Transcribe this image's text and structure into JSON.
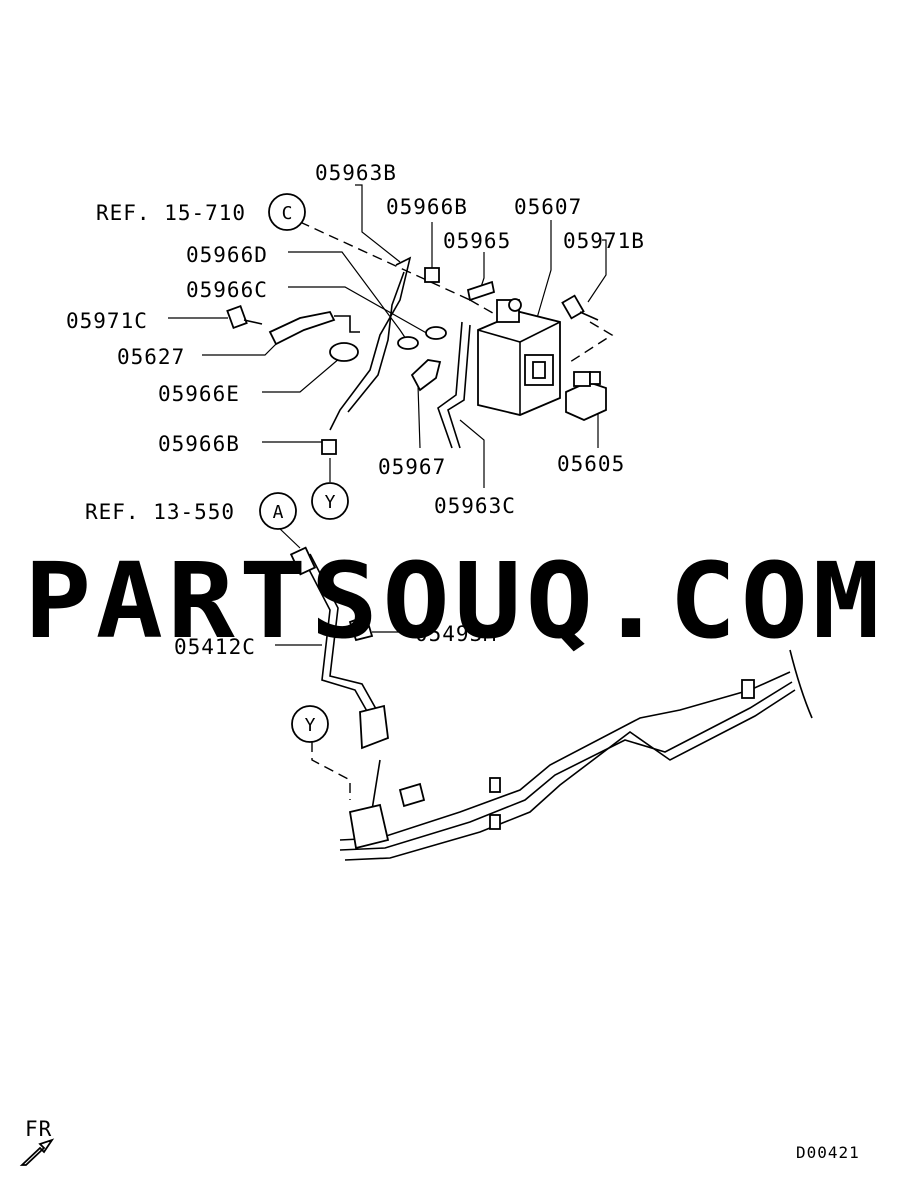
{
  "watermark": "PARTSOUQ.COM",
  "diagram_code": "D00421",
  "direction_label": "FR",
  "references": {
    "ref_c": "REF. 15-710",
    "ref_a": "REF. 13-550"
  },
  "connectors": {
    "c": "C",
    "a": "A",
    "y_upper": "Y",
    "y_lower": "Y"
  },
  "parts": {
    "p05963B": "05963B",
    "p05966B_top": "05966B",
    "p05607": "05607",
    "p05965": "05965",
    "p05971B": "05971B",
    "p05966D": "05966D",
    "p05966C": "05966C",
    "p05971C": "05971C",
    "p05627": "05627",
    "p05966E": "05966E",
    "p05966B_low": "05966B",
    "p05967": "05967",
    "p05605": "05605",
    "p05963C": "05963C",
    "p05493M": "05493M",
    "p05412C": "05412C"
  }
}
